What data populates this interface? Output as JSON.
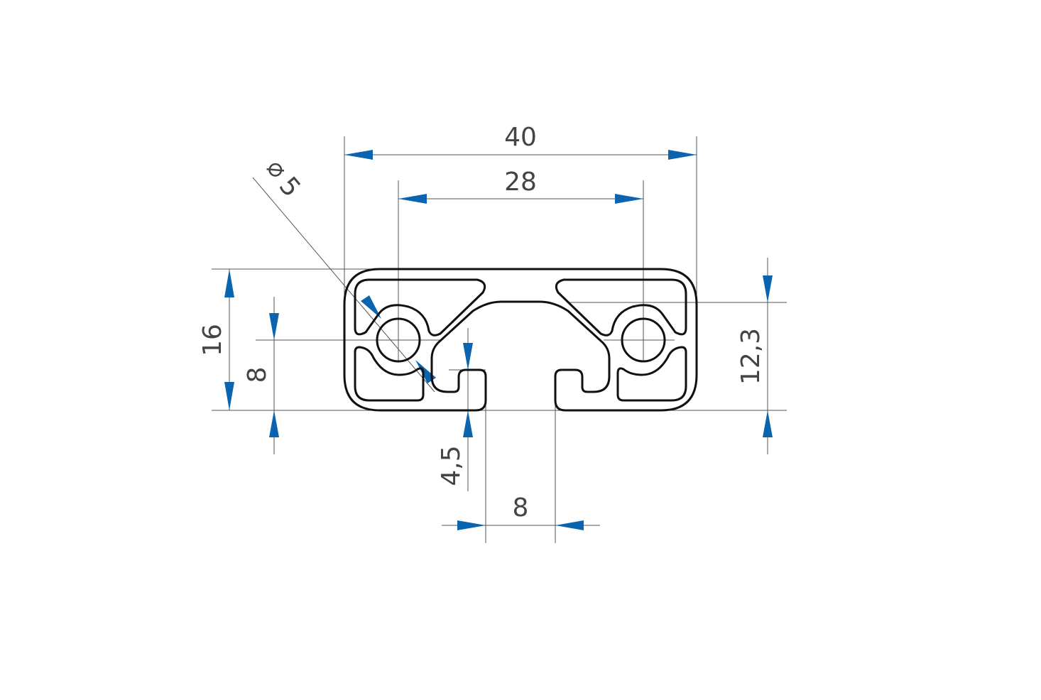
{
  "dimensions": {
    "overall_width": "40",
    "hole_spacing": "28",
    "overall_height": "16",
    "half_height": "8",
    "hole_diameter_symbol": "⌀",
    "hole_diameter_value": "5",
    "slot_width": "8",
    "slot_depth": "4,5",
    "groove_depth": "12,3"
  },
  "colors": {
    "arrow": "#0a64b0",
    "profile_line": "#111111",
    "dimension_line": "#555555",
    "text": "#444444"
  }
}
